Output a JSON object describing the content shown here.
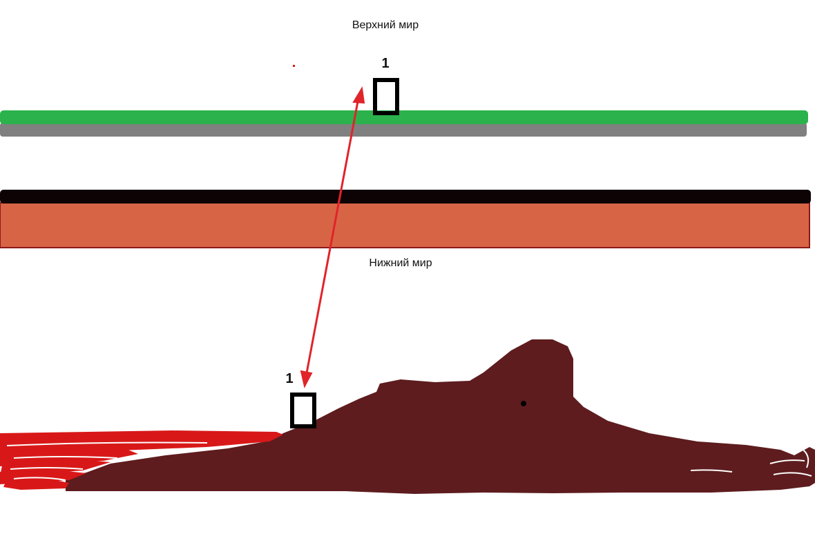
{
  "upper_world": {
    "title": "Верхний мир",
    "portal_number": "1"
  },
  "lower_world": {
    "title": "Нижний мир",
    "portal_number": "1"
  },
  "colors": {
    "grass": "#2bb24c",
    "stone": "#808080",
    "bedrock": "#0d0204",
    "netherrack": "#d86446",
    "netherrack_border": "#8b1a1a",
    "terrain": "#5e1c1e",
    "lava": "#d81818",
    "arrow": "#e0242a",
    "portal": "#000000"
  }
}
